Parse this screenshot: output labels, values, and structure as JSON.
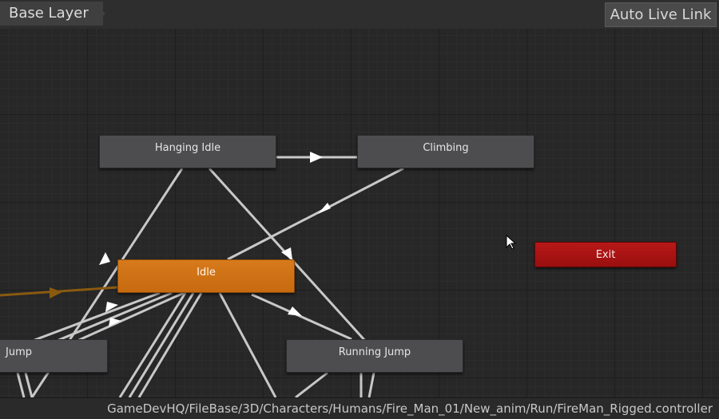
{
  "toolbar": {
    "layer_name": "Base Layer",
    "auto_live_link": "Auto Live Link"
  },
  "states": {
    "hanging_idle": "Hanging Idle",
    "climbing": "Climbing",
    "idle": "Idle",
    "exit": "Exit",
    "jump": "Jump",
    "running_jump": "Running Jump"
  },
  "status": {
    "path": "GameDevHQ/FileBase/3D/Characters/Humans/Fire_Man_01/New_anim/Run/FireMan_Rigged.controller"
  },
  "colors": {
    "idle_state": "#c76a10",
    "exit_state": "#9a0f0f",
    "default_state": "#4d4d4f",
    "entry_transition": "#8a5a10",
    "transition": "#c8c8c8"
  },
  "icons": {
    "cursor": "mouse-pointer-icon"
  }
}
